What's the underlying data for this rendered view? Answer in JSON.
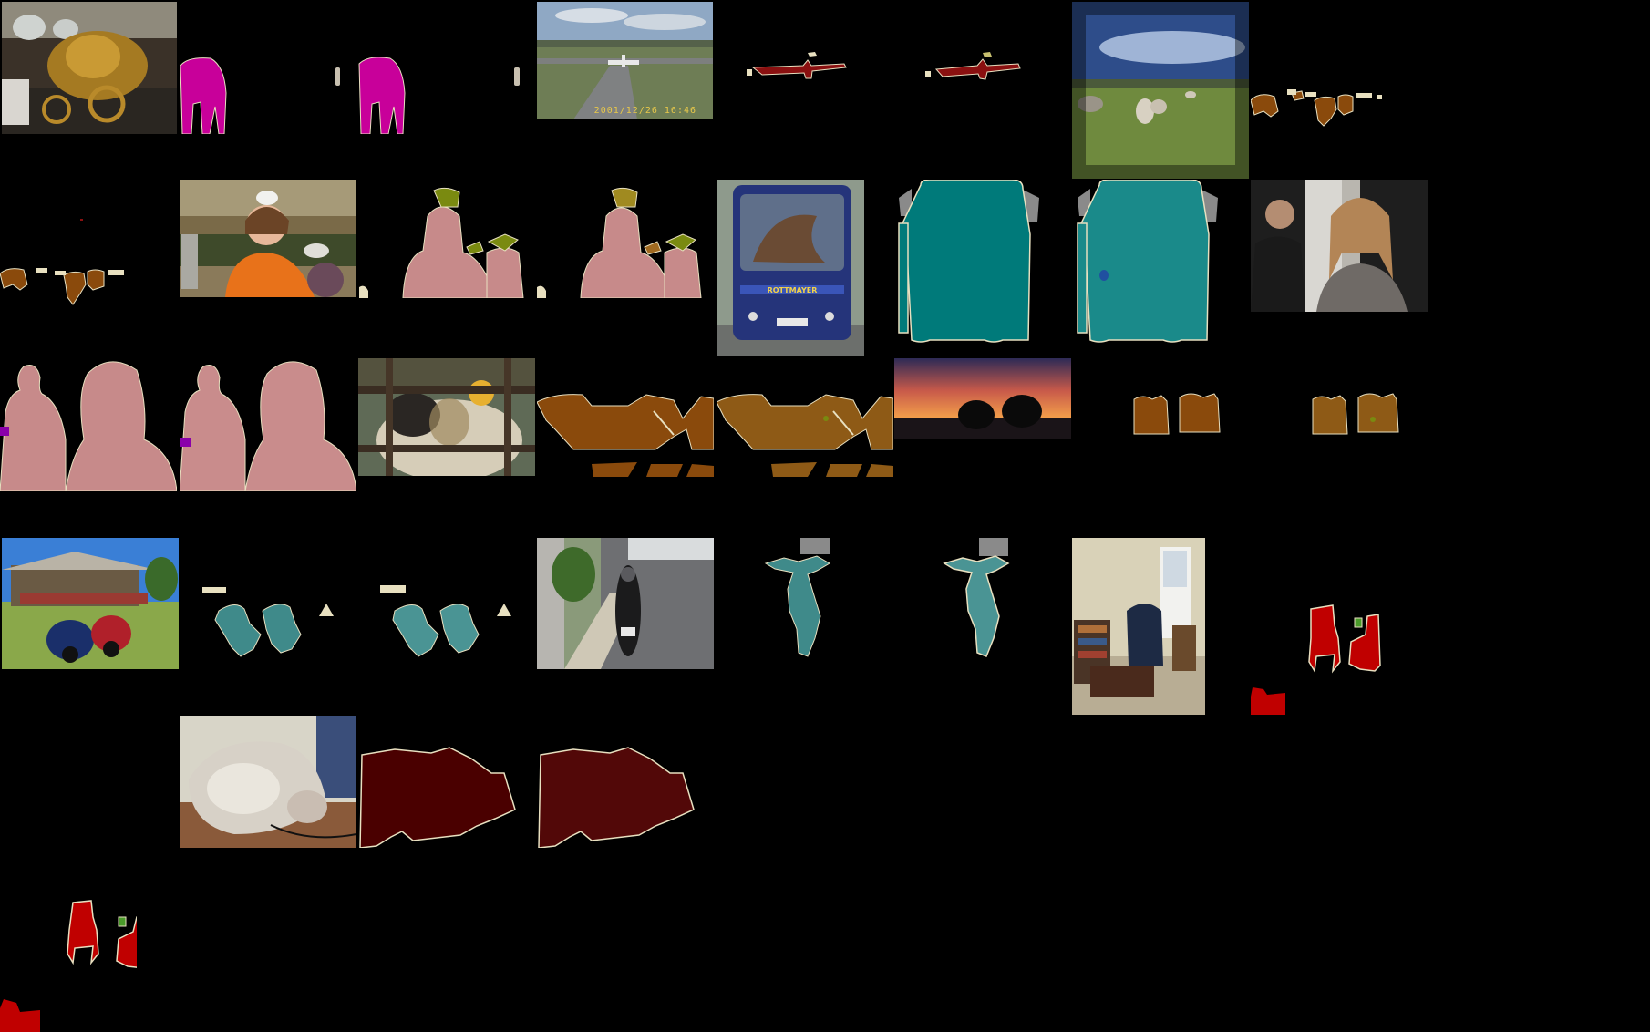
{
  "figure": {
    "description_visible_text": [
      "2001/12/26 16:46",
      "ROTTMAYER"
    ],
    "colors": {
      "background": "#000000",
      "magenta_class": "#c8009a",
      "plane_class": "#8a1010",
      "sheep_class": "#8a4a0c",
      "person_class": "#c78a8a",
      "bird_class": "#7a8a10",
      "bus_class": "#007a7a",
      "motorbike_class": "#3f8a8a",
      "chair_class": "#c00000",
      "cat_class": "#4a0000",
      "boundary": "#e8e0c0",
      "ignore": "#8a8a8a"
    }
  },
  "photos": {
    "runway_timestamp": "2001/12/26 16:46",
    "bus_sign": "ROTTMAYER"
  }
}
